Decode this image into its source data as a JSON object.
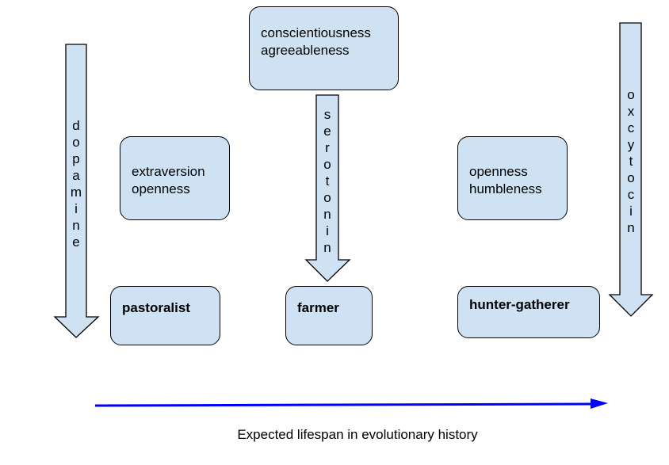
{
  "traits": {
    "top": [
      "conscientiousness",
      "agreeableness"
    ],
    "left": [
      "extraversion",
      "openness"
    ],
    "right": [
      "openness",
      "humbleness"
    ]
  },
  "lifestyles": {
    "pastoralist": "pastoralist",
    "farmer": "farmer",
    "hunter_gatherer": "hunter-gatherer"
  },
  "neurotransmitters": {
    "left": "dopamine",
    "middle": "serotonin",
    "right": "oxcytocin"
  },
  "axis": {
    "caption": "Expected lifespan in evolutionary history"
  },
  "colors": {
    "box_fill": "#cfe2f3",
    "outline": "#000000",
    "axis_arrow": "#0000ff"
  }
}
